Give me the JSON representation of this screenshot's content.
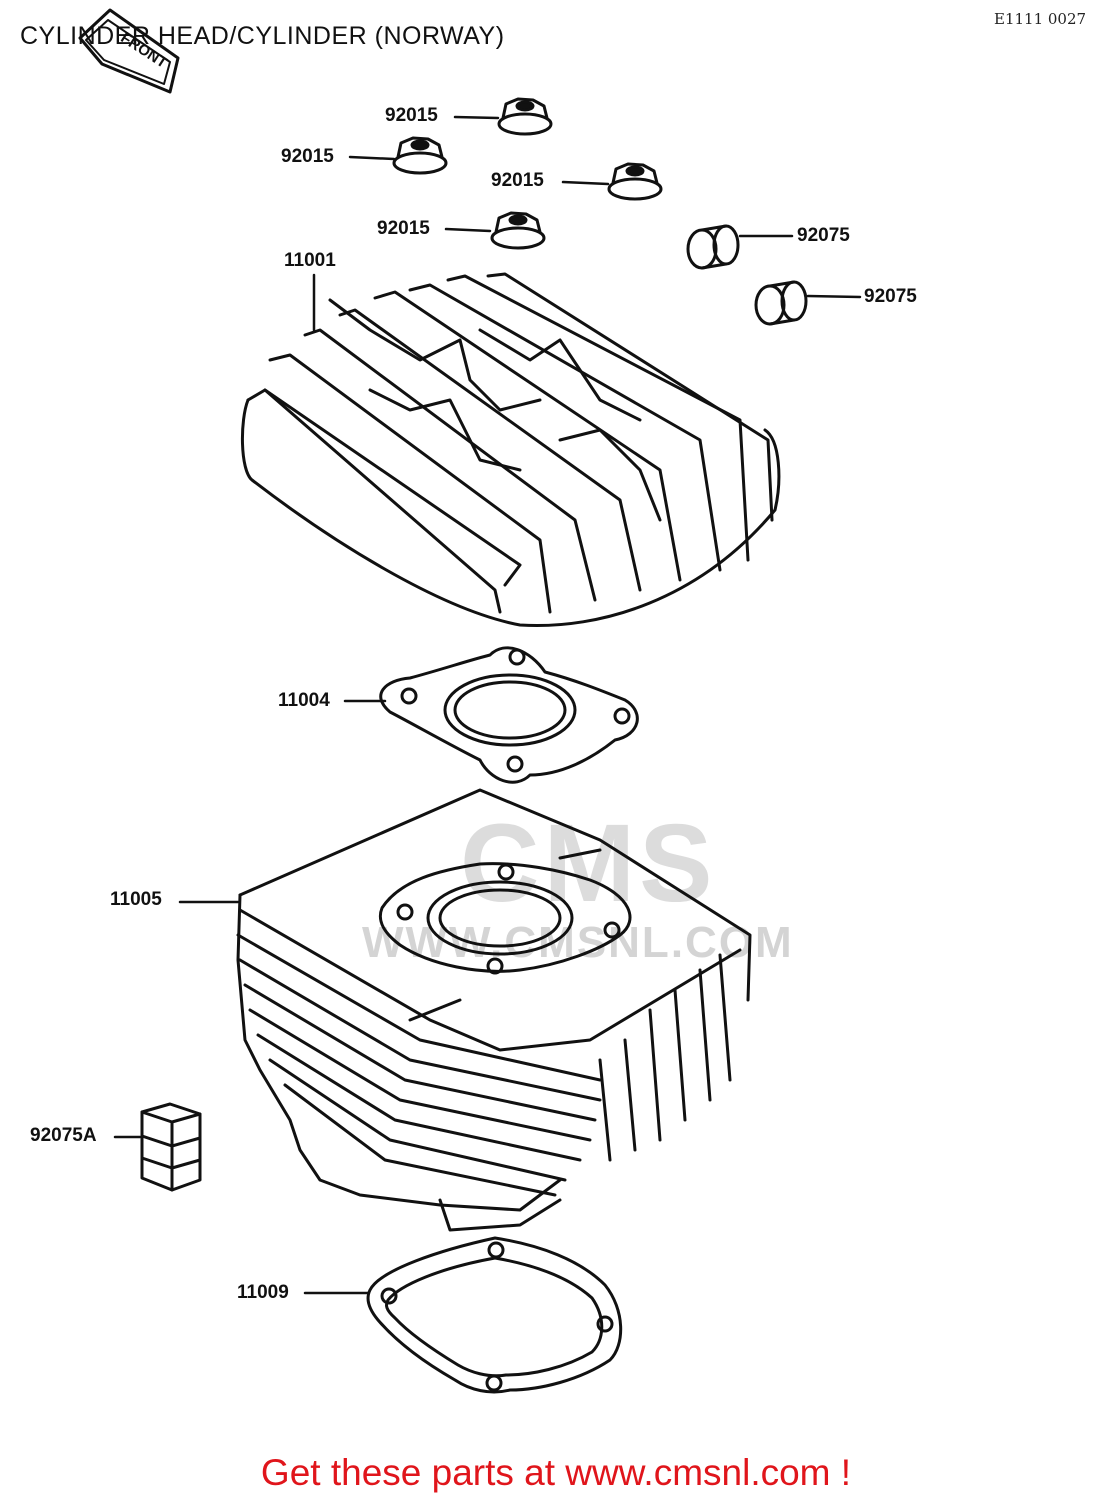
{
  "page": {
    "title": "CYLINDER HEAD/CYLINDER (NORWAY)",
    "ref_code": "E1111 0027",
    "footer_link": "Get these parts at www.cmsnl.com !"
  },
  "front_tag": "FRONT",
  "watermark": {
    "logo": "CMS",
    "url": "WWW.CMSNL.COM"
  },
  "callouts": [
    {
      "id": "nut-1",
      "label": "92015"
    },
    {
      "id": "nut-2",
      "label": "92015"
    },
    {
      "id": "nut-3",
      "label": "92015"
    },
    {
      "id": "nut-4",
      "label": "92015"
    },
    {
      "id": "dowel-1",
      "label": "92075"
    },
    {
      "id": "dowel-2",
      "label": "92075"
    },
    {
      "id": "head",
      "label": "11001"
    },
    {
      "id": "head-gasket",
      "label": "11004"
    },
    {
      "id": "cylinder",
      "label": "11005"
    },
    {
      "id": "damper",
      "label": "92075A"
    },
    {
      "id": "base-gasket",
      "label": "11009"
    }
  ],
  "colors": {
    "line": "#111111",
    "footer": "#e0151b",
    "watermark": "#d6d6d6"
  }
}
